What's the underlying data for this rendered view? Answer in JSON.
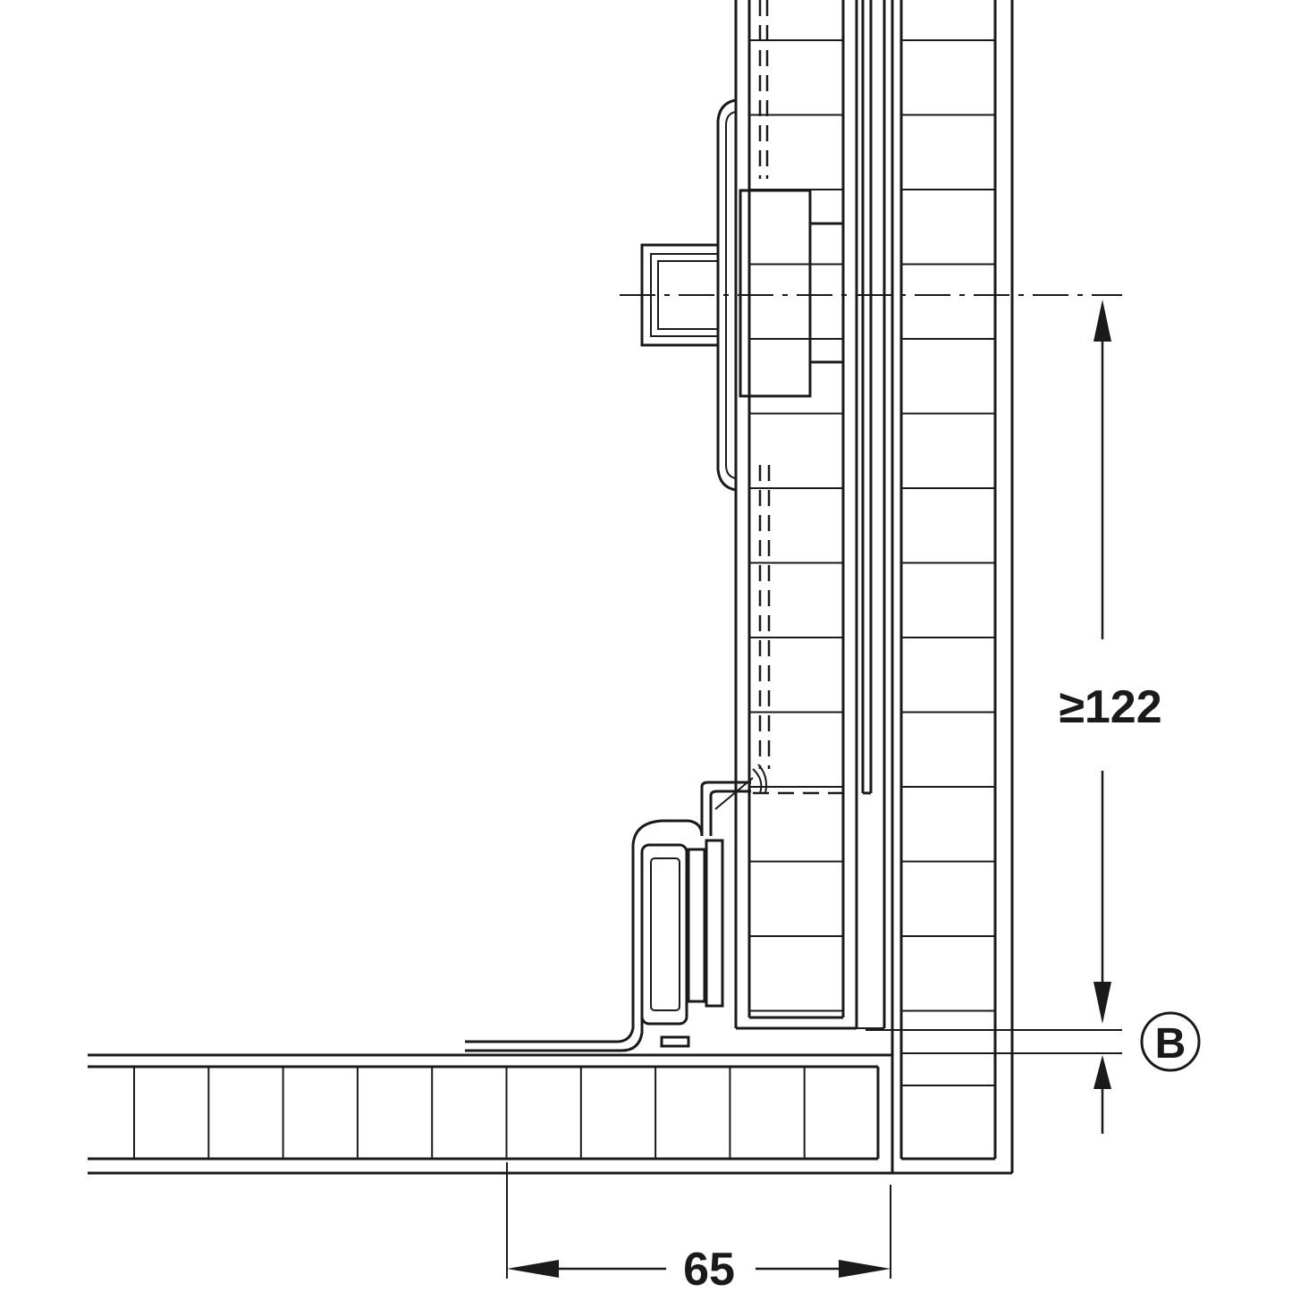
{
  "dimensions": {
    "height_label": "≥122",
    "width_label": "65",
    "detail_marker": "B"
  },
  "colors": {
    "line": "#1a1a1a",
    "background": "#ffffff"
  }
}
